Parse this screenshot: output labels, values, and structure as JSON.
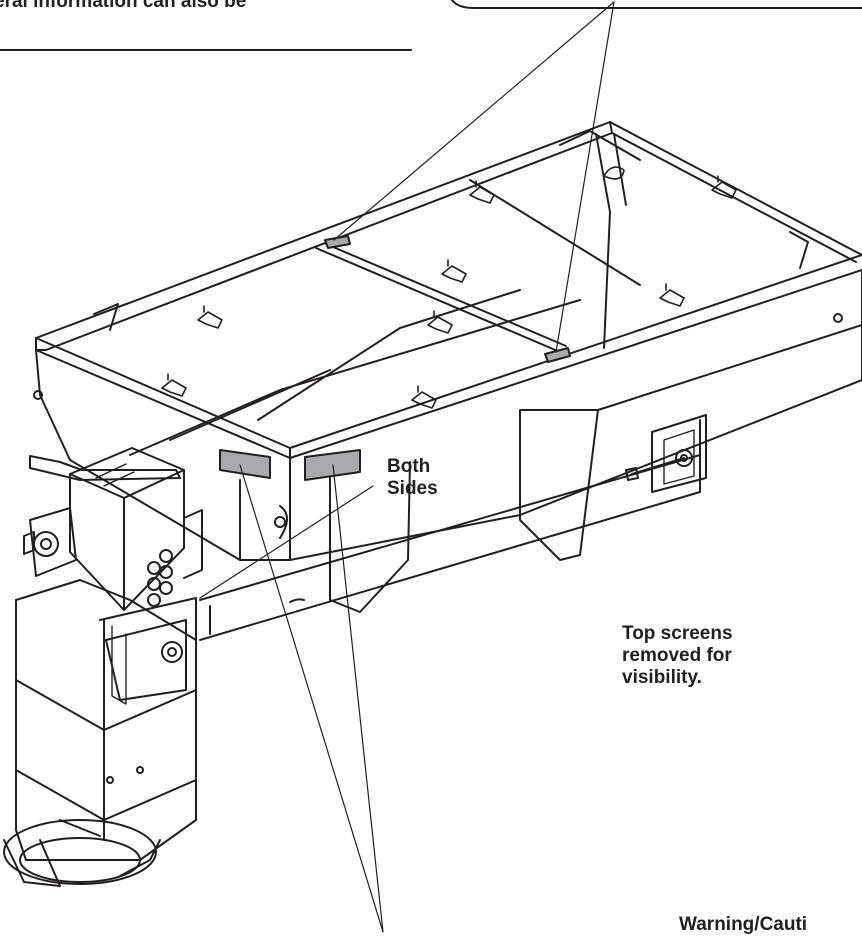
{
  "header_text": "eral information can also be",
  "labels": {
    "both_sides_line1": "Both",
    "both_sides_line2": "Sides",
    "top_screens_line1": "Top screens",
    "top_screens_line2": "removed for",
    "top_screens_line3": "visibility.",
    "warning_caption": "Warning/Cauti"
  },
  "colors": {
    "ink": "#231f20",
    "decal": "#a7a9ac",
    "paper": "#ffffff"
  }
}
